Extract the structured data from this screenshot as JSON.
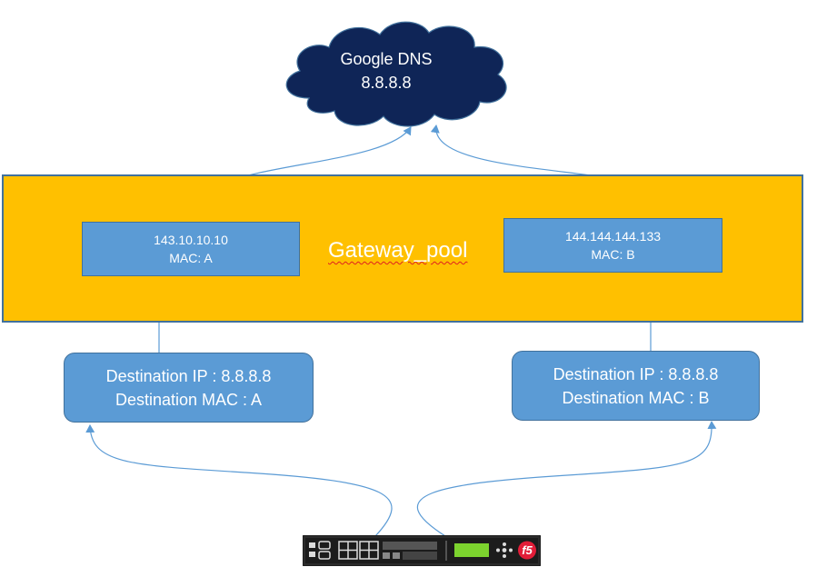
{
  "cloud": {
    "name": "Google DNS",
    "ip": "8.8.8.8"
  },
  "pool": {
    "title": "Gateway_pool"
  },
  "members": [
    {
      "ip": "143.10.10.10",
      "mac": "MAC: A"
    },
    {
      "ip": "144.144.144.133",
      "mac": "MAC: B"
    }
  ],
  "packets": [
    {
      "dest_ip": "Destination IP : 8.8.8.8",
      "dest_mac": "Destination MAC : A"
    },
    {
      "dest_ip": "Destination IP : 8.8.8.8",
      "dest_mac": "Destination MAC : B"
    }
  ],
  "device": {
    "logo": "f5"
  },
  "colors": {
    "cloud_fill": "#0f2557",
    "pool_fill": "#ffc000",
    "box_fill": "#5b9bd5",
    "box_border": "#41719c",
    "arrow": "#5b9bd5"
  }
}
